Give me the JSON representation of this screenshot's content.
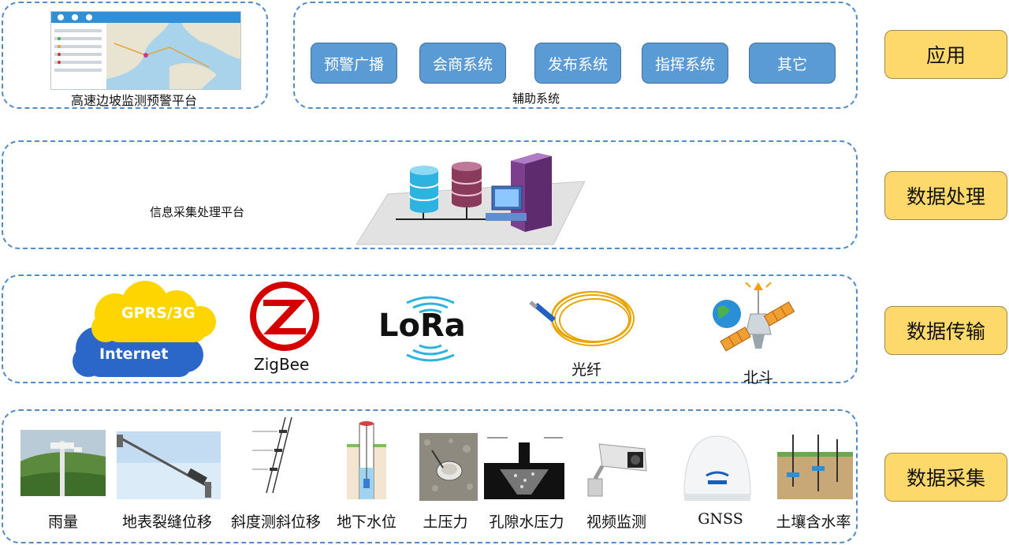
{
  "application": {
    "platform_label": "高速边坡监测预警平台",
    "aux_label": "辅助系统",
    "buttons": [
      "预警广播",
      "会商系统",
      "发布系统",
      "指挥系统",
      "其它"
    ]
  },
  "processing": {
    "platform_label": "信息采集处理平台"
  },
  "transmission": {
    "cloud_top": "GPRS/3G",
    "cloud_bottom": "Internet",
    "zigbee": "ZigBee",
    "lora": "LoRa",
    "fiber": "光纤",
    "beidou": "北斗"
  },
  "collection": {
    "items": [
      "雨量",
      "地表裂缝位移",
      "斜度测斜位移",
      "地下水位",
      "土压力",
      "孔隙水压力",
      "视频监测",
      "GNSS",
      "土壤含水率"
    ]
  },
  "layers": [
    "应用",
    "数据处理",
    "数据传输",
    "数据采集"
  ],
  "colors": {
    "accent": "#5b9bd5",
    "tag": "#fdd86a",
    "dash": "#4f8cc9"
  }
}
